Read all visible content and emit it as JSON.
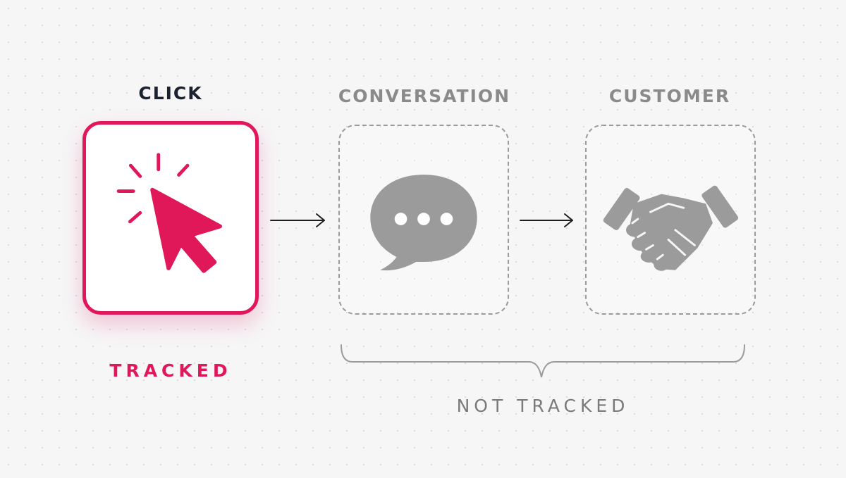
{
  "steps": [
    {
      "label": "CLICK",
      "icon": "cursor-click-icon",
      "state": "tracked",
      "color": "#e0185a"
    },
    {
      "label": "CONVERSATION",
      "icon": "chat-bubble-icon",
      "state": "not tracked",
      "color": "#9b9b9b"
    },
    {
      "label": "CUSTOMER",
      "icon": "handshake-icon",
      "state": "not tracked",
      "color": "#9b9b9b"
    }
  ],
  "status": {
    "tracked": "TRACKED",
    "not_tracked": "NOT TRACKED"
  },
  "colors": {
    "accent": "#e0185a",
    "muted": "#9b9b9b",
    "heading": "#1d2230",
    "background": "#f6f6f7"
  }
}
